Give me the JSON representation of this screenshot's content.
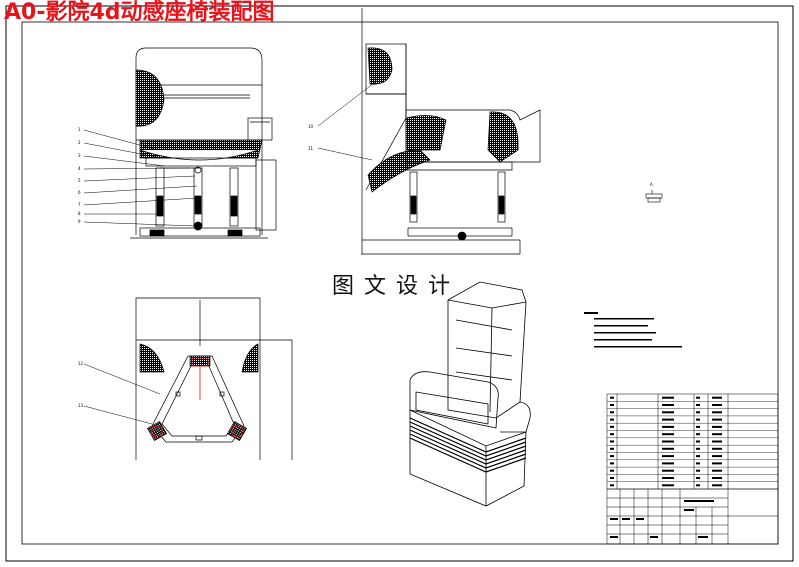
{
  "title": "A0-影院4d动感座椅装配图",
  "watermark": "图文设计",
  "colors": {
    "title": "#e8141c",
    "line": "#000000",
    "accent": "#e8141c"
  },
  "part_numbers": [
    "1",
    "2",
    "3",
    "4",
    "5",
    "6",
    "7",
    "8",
    "9",
    "10",
    "11",
    "12",
    "13"
  ],
  "detail_label": "A"
}
